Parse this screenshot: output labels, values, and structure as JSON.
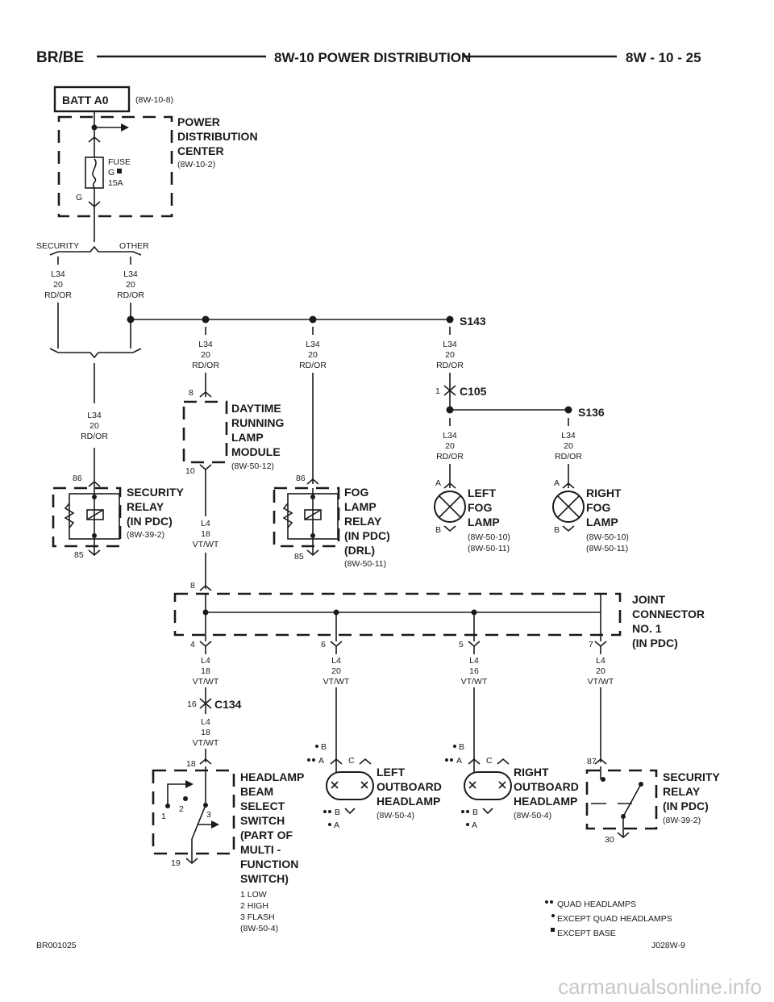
{
  "header": {
    "left": "BR/BE",
    "title": "8W-10 POWER DISTRIBUTION",
    "right": "8W - 10 - 25"
  },
  "batt": {
    "label": "BATT A0",
    "ref": "(8W-10-8)"
  },
  "pdc": {
    "title": [
      "POWER",
      "DISTRIBUTION",
      "CENTER"
    ],
    "ref": "(8W-10-2)",
    "fuse": [
      "FUSE",
      "G",
      "15A"
    ],
    "g": "G"
  },
  "split": {
    "left": "SECURITY",
    "right": "OTHER"
  },
  "wire_l34": [
    "L34",
    "20",
    "RD/OR"
  ],
  "wire_l4_18": [
    "L4",
    "18",
    "VT/WT"
  ],
  "wire_l4_20": [
    "L4",
    "20",
    "VT/WT"
  ],
  "wire_l4_16": [
    "L4",
    "16",
    "VT/WT"
  ],
  "splices": {
    "s143": "S143",
    "s136": "S136",
    "c105": "C105",
    "c134": "C134"
  },
  "drl": {
    "title": [
      "DAYTIME",
      "RUNNING",
      "LAMP",
      "MODULE"
    ],
    "ref": "(8W-50-12)",
    "pin_in": "8",
    "pin_out": "10"
  },
  "sec_relay1": {
    "title": [
      "SECURITY",
      "RELAY",
      "(IN PDC)"
    ],
    "ref": "(8W-39-2)",
    "pin_in": "86",
    "pin_out": "85"
  },
  "fog_relay": {
    "title": [
      "FOG",
      "LAMP",
      "RELAY",
      "(IN PDC)",
      "(DRL)"
    ],
    "ref": "(8W-50-11)",
    "pin_in": "86",
    "pin_out": "85"
  },
  "left_fog": {
    "title": [
      "LEFT",
      "FOG",
      "LAMP"
    ],
    "refs": [
      "(8W-50-10)",
      "(8W-50-11)"
    ],
    "pin_a": "A",
    "pin_b": "B"
  },
  "right_fog": {
    "title": [
      "RIGHT",
      "FOG",
      "LAMP"
    ],
    "refs": [
      "(8W-50-10)",
      "(8W-50-11)"
    ],
    "pin_a": "A",
    "pin_b": "B"
  },
  "c105_pin": "1",
  "joint": {
    "title": [
      "JOINT",
      "CONNECTOR",
      "NO. 1",
      "(IN PDC)"
    ],
    "pin_in": "8",
    "pins": [
      "4",
      "6",
      "5",
      "7"
    ]
  },
  "c134_pin": "16",
  "hl_switch": {
    "title": [
      "HEADLAMP",
      "BEAM",
      "SELECT",
      "SWITCH",
      "(PART OF",
      "MULTI -",
      "FUNCTION",
      "SWITCH)"
    ],
    "legend": [
      "1 LOW",
      "2 HIGH",
      "3 FLASH"
    ],
    "ref": "(8W-50-4)",
    "pin_in": "18",
    "pin_out": "19",
    "pos": [
      "1",
      "2",
      "3"
    ]
  },
  "left_hl": {
    "title": [
      "LEFT",
      "OUTBOARD",
      "HEADLAMP"
    ],
    "ref": "(8W-50-4)",
    "b": "B",
    "a": "A",
    "c": "C"
  },
  "right_hl": {
    "title": [
      "RIGHT",
      "OUTBOARD",
      "HEADLAMP"
    ],
    "ref": "(8W-50-4)",
    "b": "B",
    "a": "A",
    "c": "C"
  },
  "sec_relay2": {
    "title": [
      "SECURITY",
      "RELAY",
      "(IN PDC)"
    ],
    "ref": "(8W-39-2)",
    "pin_in": "87",
    "pin_out": "30"
  },
  "notes": [
    "QUAD HEADLAMPS",
    "EXCEPT QUAD HEADLAMPS",
    "EXCEPT BASE"
  ],
  "footer": {
    "left": "BR001025",
    "right": "J028W-9"
  },
  "watermark": "carmanualsonline.info"
}
